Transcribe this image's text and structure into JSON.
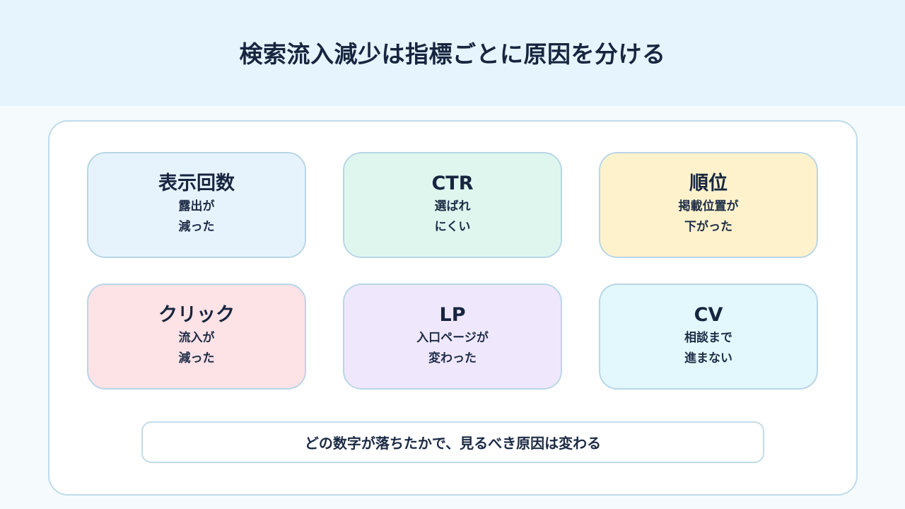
{
  "title": "検索流入減少は指標ごとに原因を分ける",
  "cards": [
    {
      "title": "表示回数",
      "line1": "露出が",
      "line2": "減った",
      "color": "#e6f3fd"
    },
    {
      "title": "CTR",
      "line1": "選ばれ",
      "line2": "にくい",
      "color": "#dff6ef"
    },
    {
      "title": "順位",
      "line1": "掲載位置が",
      "line2": "下がった",
      "color": "#fef2cc"
    },
    {
      "title": "クリック",
      "line1": "流入が",
      "line2": "減った",
      "color": "#fde2e6"
    },
    {
      "title": "LP",
      "line1": "入口ページが",
      "line2": "変わった",
      "color": "#efe8fd"
    },
    {
      "title": "CV",
      "line1": "相談まで",
      "line2": "進まない",
      "color": "#e3f8fc"
    }
  ],
  "footer": "どの数字が落ちたかで、見るべき原因は変わる"
}
